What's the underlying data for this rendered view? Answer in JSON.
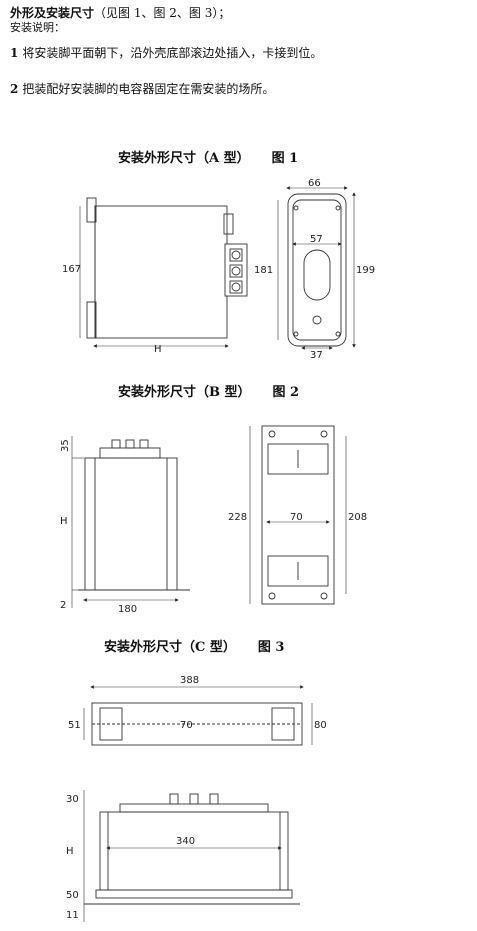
{
  "section": {
    "title": "外形及安装尺寸",
    "ref": "（见图 1、图 2、图 3）；",
    "note_label": "安装说明：",
    "steps": [
      {
        "num": "1",
        "text": "将安装脚平面朝下，沿外壳底部滚边处插入，卡接到位。"
      },
      {
        "num": "2",
        "text": "把装配好安装脚的电容器固定在需安装的场所。"
      }
    ]
  },
  "figures": [
    {
      "title": "安装外形尺寸（A 型）",
      "number": "图 1",
      "dims": {
        "side_height": "167",
        "side_width": "H",
        "total_height": "181",
        "top_width": "66",
        "inner_width": "57",
        "bottom_width": "37",
        "front_height": "199"
      }
    },
    {
      "title": "安装外形尺寸（B 型）",
      "number": "图 2",
      "dims": {
        "top": "35",
        "body": "H",
        "bottom": "2",
        "width": "180",
        "left_height": "228",
        "inner_width": "70",
        "right_height": "208"
      }
    },
    {
      "title": "安装外形尺寸（C 型）",
      "number": "图 3",
      "dims": {
        "total_width": "388",
        "depth_left": "51",
        "inner": "70",
        "depth_right": "80",
        "top": "30",
        "body": "H",
        "bottom": "50",
        "feet": "11",
        "inner_length": "340"
      }
    }
  ]
}
